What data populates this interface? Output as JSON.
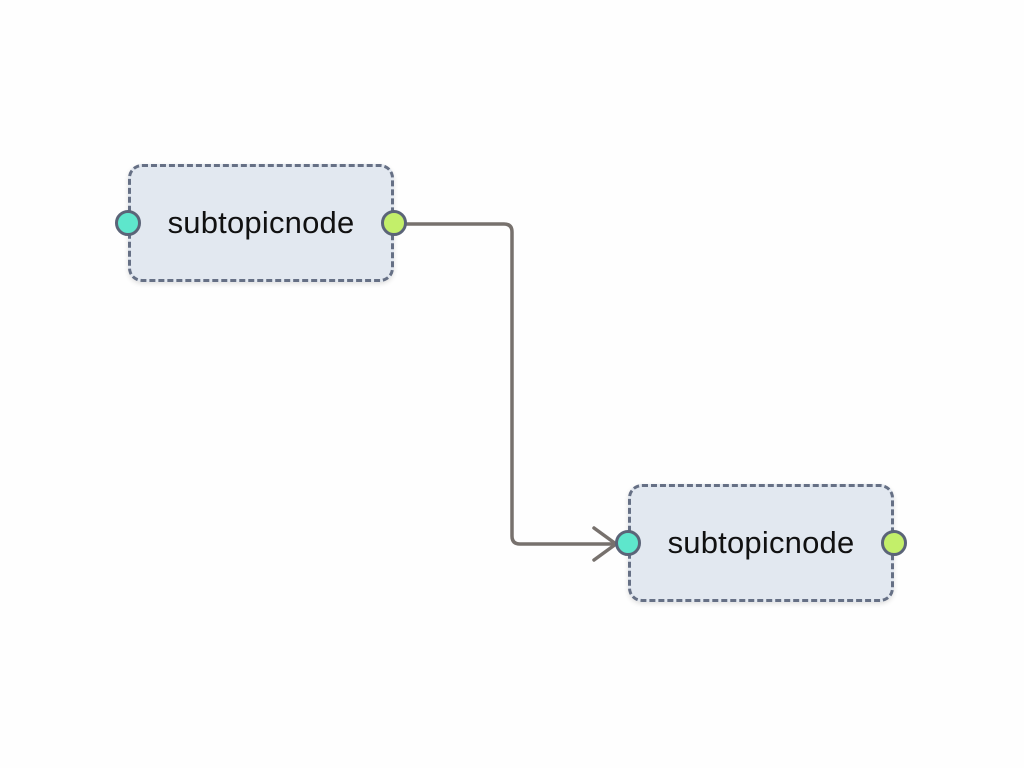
{
  "diagram": {
    "nodes": [
      {
        "id": "node-1",
        "label": "subtopicnode"
      },
      {
        "id": "node-2",
        "label": "subtopicnode"
      }
    ],
    "edges": [
      {
        "from": "node-1",
        "from_port": "output",
        "to": "node-2",
        "to_port": "input"
      }
    ]
  },
  "colors": {
    "node_fill": "#e2e8f0",
    "node_border": "#667085",
    "input_port": "#5ee6cc",
    "output_port": "#c3ef6a",
    "edge": "#77716d"
  }
}
